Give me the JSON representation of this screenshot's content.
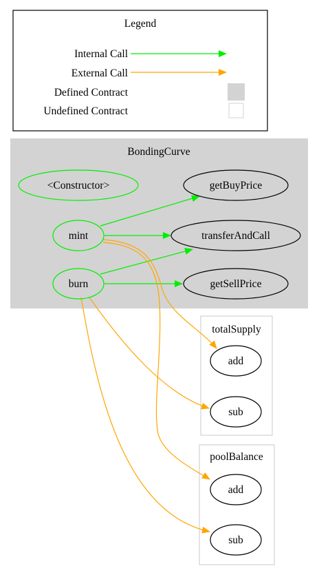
{
  "legend": {
    "title": "Legend",
    "items": [
      {
        "label": "Internal Call",
        "kind": "internal"
      },
      {
        "label": "External Call",
        "kind": "external"
      },
      {
        "label": "Defined Contract",
        "kind": "defined"
      },
      {
        "label": "Undefined Contract",
        "kind": "undefined"
      }
    ]
  },
  "clusters": {
    "bonding_curve": {
      "label": "BondingCurve"
    },
    "total_supply": {
      "label": "totalSupply"
    },
    "pool_balance": {
      "label": "poolBalance"
    }
  },
  "nodes": {
    "constructor": {
      "label": "<Constructor>"
    },
    "mint": {
      "label": "mint"
    },
    "burn": {
      "label": "burn"
    },
    "get_buy_price": {
      "label": "getBuyPrice"
    },
    "transfer_and_call": {
      "label": "transferAndCall"
    },
    "get_sell_price": {
      "label": "getSellPrice"
    },
    "total_supply_add": {
      "label": "add"
    },
    "total_supply_sub": {
      "label": "sub"
    },
    "pool_balance_add": {
      "label": "add"
    },
    "pool_balance_sub": {
      "label": "sub"
    }
  },
  "edges": [
    {
      "from": "mint",
      "to": "get_buy_price",
      "kind": "internal"
    },
    {
      "from": "mint",
      "to": "transfer_and_call",
      "kind": "internal"
    },
    {
      "from": "burn",
      "to": "transfer_and_call",
      "kind": "internal"
    },
    {
      "from": "burn",
      "to": "get_sell_price",
      "kind": "internal"
    },
    {
      "from": "mint",
      "to": "total_supply_add",
      "kind": "external"
    },
    {
      "from": "mint",
      "to": "pool_balance_add",
      "kind": "external"
    },
    {
      "from": "burn",
      "to": "total_supply_sub",
      "kind": "external"
    },
    {
      "from": "burn",
      "to": "pool_balance_sub",
      "kind": "external"
    }
  ],
  "colors": {
    "internal": "#00ee00",
    "external": "#ffa500",
    "defined_fill": "#d3d3d3",
    "undefined_border": "#d3d3d3",
    "node_border_defined": "#00ee00",
    "node_border_undefined": "#000000"
  }
}
